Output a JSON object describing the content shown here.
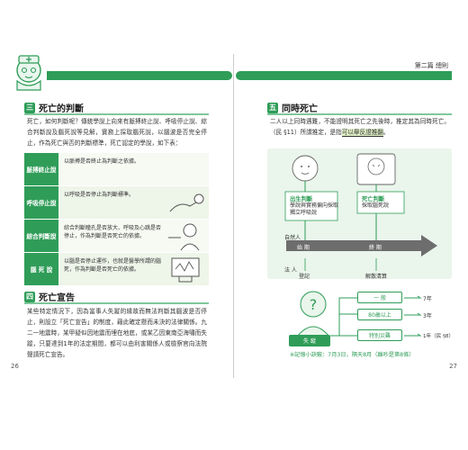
{
  "header": {
    "chapter": "第二篇  總則"
  },
  "left": {
    "page_number": "26",
    "sec1": {
      "num": "三",
      "title": "死亡的判斷",
      "intro": "死亡，如何判斷呢？傳統學說上向來有脈搏終止說、呼吸停止說、綜合判斷說及腦死說等見解，實務上採取腦死說，以腦波是否完全停止，作為死亡與否的判斷標準，死亡認定的學說，如下表："
    },
    "theories": [
      {
        "label": "脈搏終止說",
        "desc": "以脈搏是否終止為判斷之依據。"
      },
      {
        "label": "呼吸停止說",
        "desc": "以呼吸是否停止為判斷標準。"
      },
      {
        "label": "綜合判斷說",
        "desc": "綜合判斷瞳孔是否放大、呼吸及心跳是否停止，作為判斷是否死亡的依據。"
      },
      {
        "label": "腦  死  說",
        "desc": "以腦是否停止運作，也就是醫學所謂的腦死，作為判斷是否死亡的依據。"
      }
    ],
    "sec2": {
      "num": "四",
      "title": "死亡宣告",
      "body": "某些特定情況下，因為當事人失蹤的緣故而無法判斷其腦波是否停止，則設立「死亡宣告」的制度，藉此確定懸而未決的法律關係。九二一地震時，某甲疑似因地震而埋在地底，或某乙因東南亞海嘯而失蹤，只要達到1年的法定期間，都可以由利害關係人或檢察官向法院聲請死亡宣告。"
    }
  },
  "right": {
    "page_number": "27",
    "sec3": {
      "num": "五",
      "title": "同時死亡",
      "body1": "二人以上同時遇難，不能證明其死亡之先後時，推定其為同時死亡。（民 §11）所謂推定，是指",
      "highlight": "可以舉反證推翻",
      "body2": "。"
    },
    "diagram": {
      "missing_title": "出生判斷",
      "missing_text": "學說與實務偏向採取獨立呼吸說",
      "death_title": "死亡判斷",
      "death_text": "採取腦死說",
      "natural_person": "自然人",
      "legal_person": "法  人",
      "start_label": "始  期",
      "end_label": "終  期",
      "register": "登記",
      "dissolve": "解散清算"
    },
    "tree": {
      "root": "失  蹤",
      "branches": [
        {
          "label": "一  般",
          "years": "7年"
        },
        {
          "label": "80歲以上",
          "years": "3年"
        },
        {
          "label": "特別災難",
          "years": "1年（民 §8）"
        }
      ]
    },
    "note": "※記憶小訣竅：7月3日，隔天8月（離吵是第8條）"
  }
}
